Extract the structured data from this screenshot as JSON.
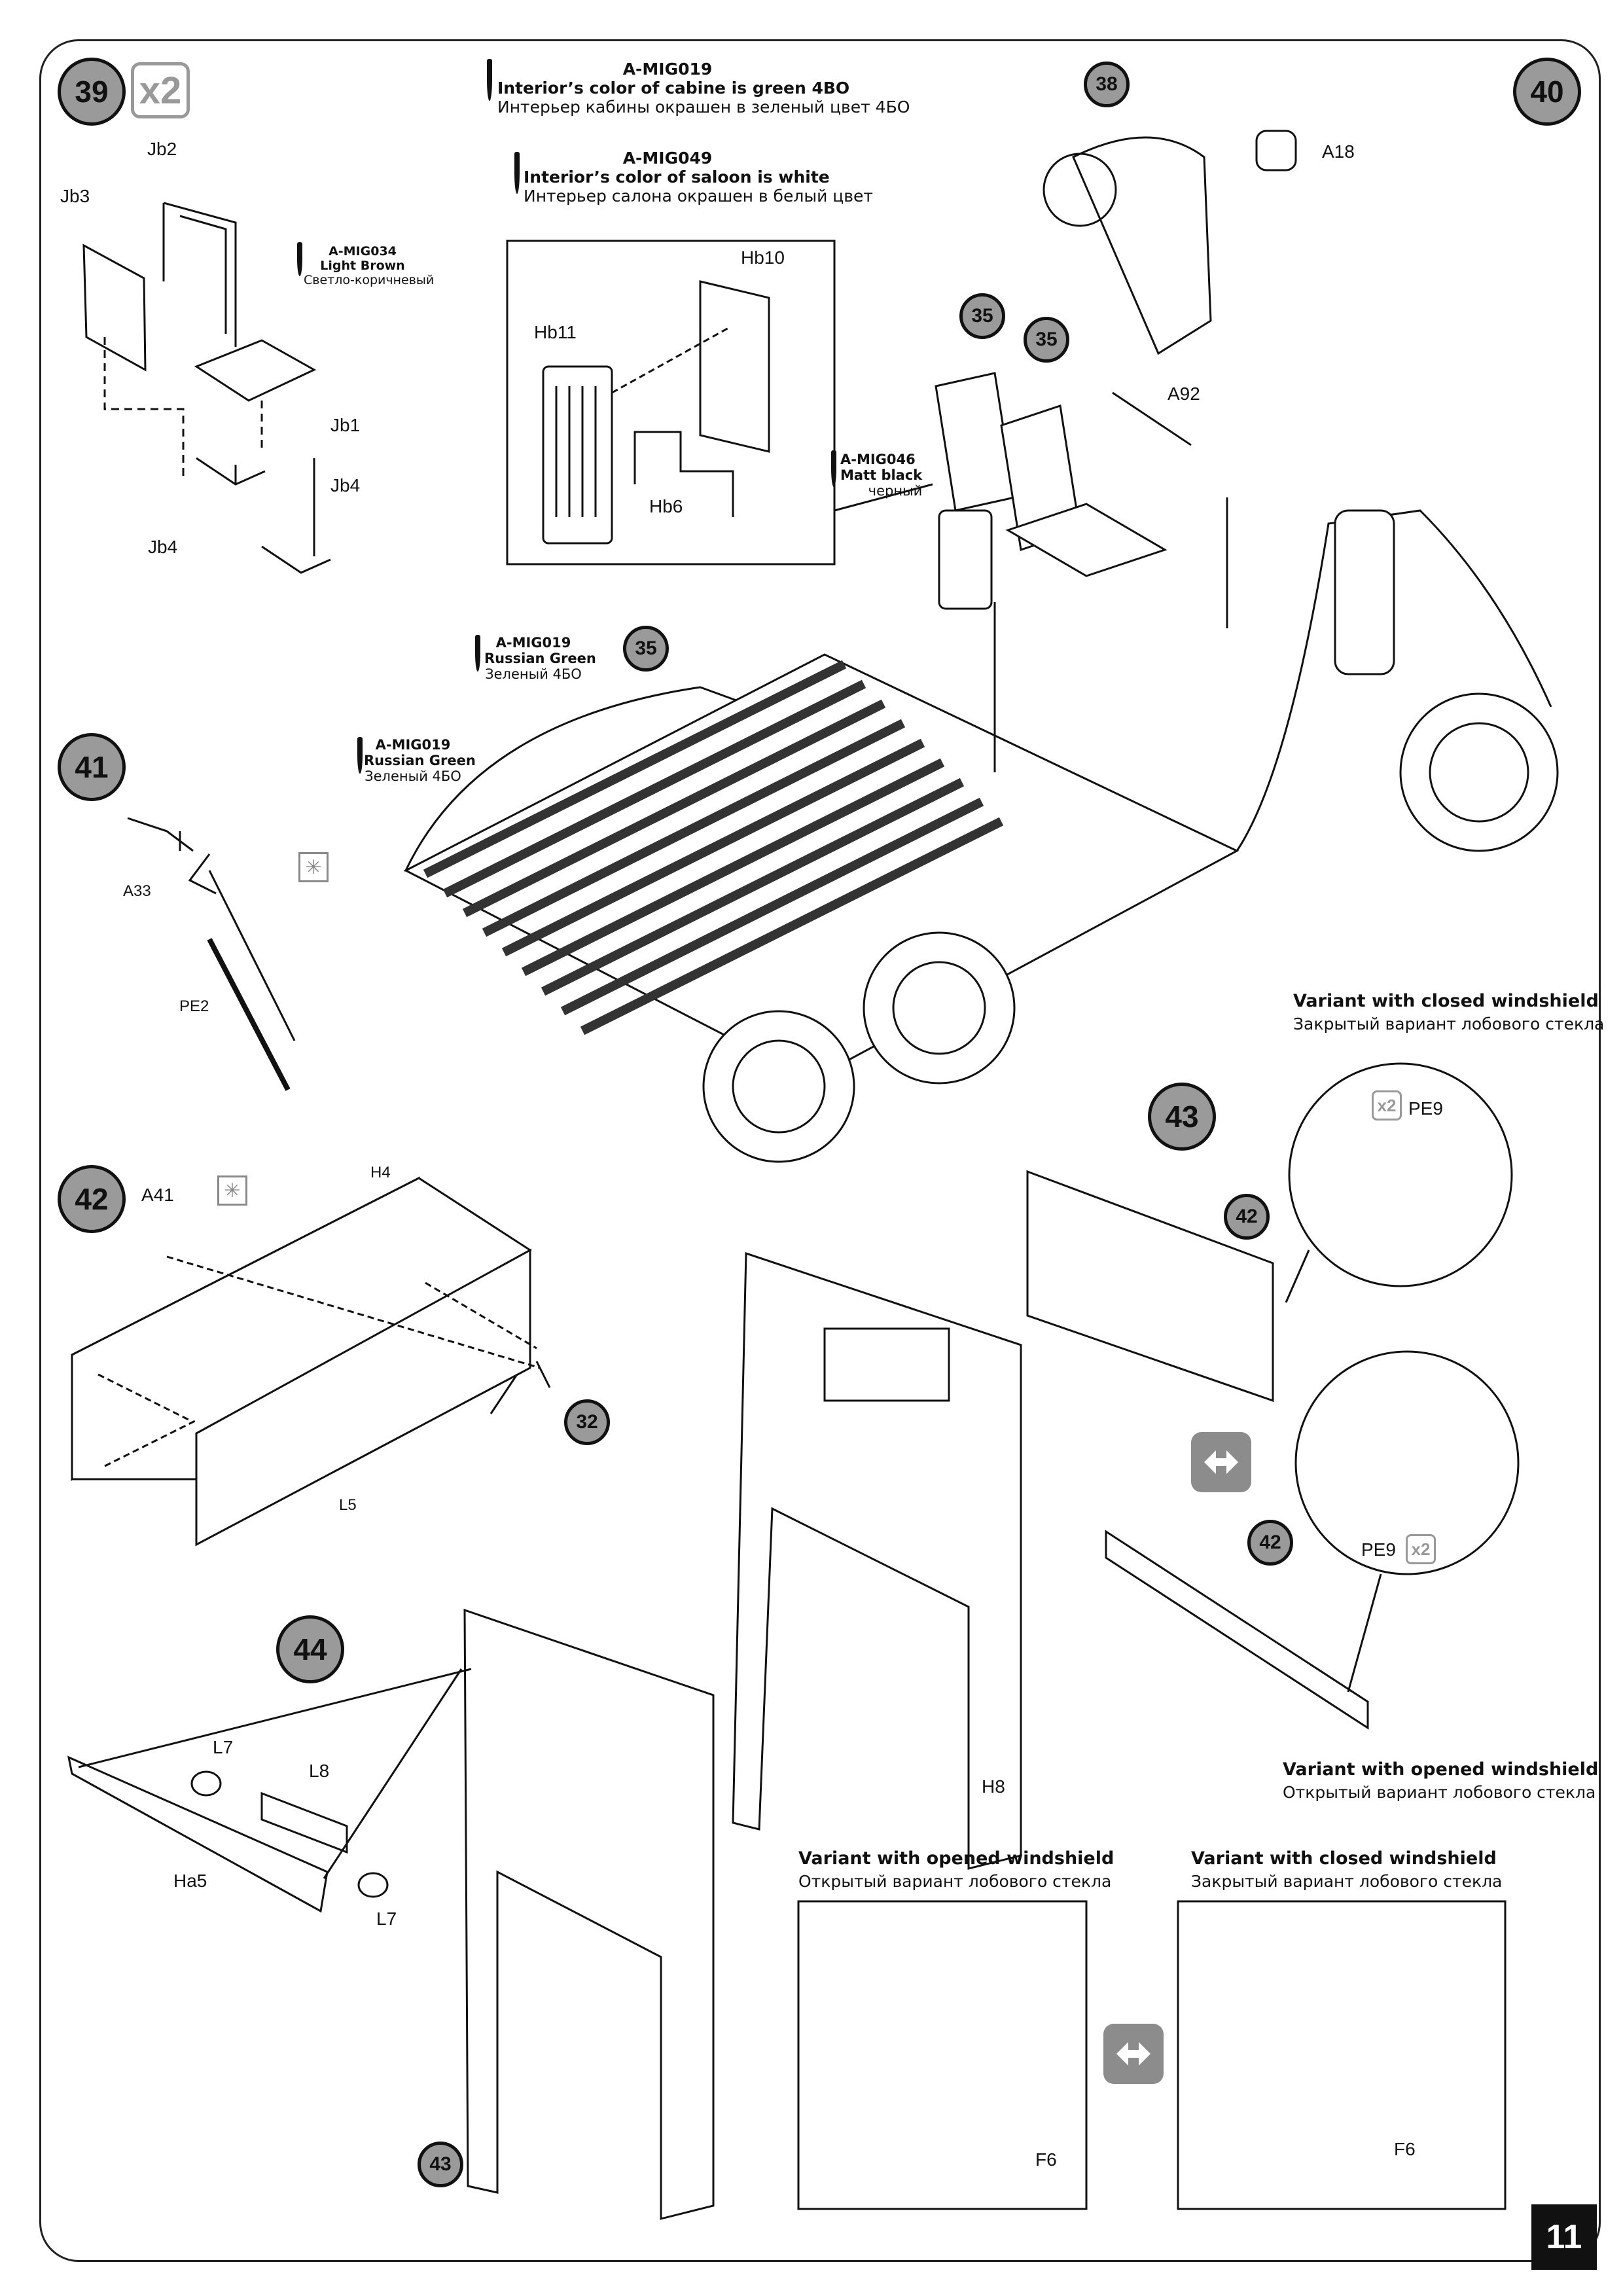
{
  "page_number": "11",
  "steps": {
    "s39": "39",
    "s40": "40",
    "s41": "41",
    "s42": "42",
    "s43": "43",
    "s44": "44"
  },
  "multiplier": "x2",
  "refs": {
    "r38": "38",
    "r35": "35",
    "r32": "32",
    "r42": "42",
    "r43": "43"
  },
  "paints": {
    "cabine": {
      "code": "A-MIG019",
      "en": "Interior’s color of cabine is green 4BO",
      "ru": "Интерьер кабины окрашен в зеленый цвет 4БО"
    },
    "saloon": {
      "code": "A-MIG049",
      "en": "Interior’s color of saloon is white",
      "ru": "Интерьер салона окрашен в белый цвет"
    },
    "brown": {
      "code": "A-MIG034",
      "en": "Light Brown",
      "ru": "Светло-коричневый"
    },
    "black": {
      "code": "A-MIG046",
      "en": "Matt black",
      "ru": "черный"
    },
    "green1": {
      "code": "A-MIG019",
      "en": "Russian Green",
      "ru": "Зеленый 4БО"
    },
    "green2": {
      "code": "A-MIG019",
      "en": "Russian Green",
      "ru": "Зеленый 4БО"
    }
  },
  "parts": {
    "jb2": "Jb2",
    "jb3": "Jb3",
    "jb1": "Jb1",
    "jb4a": "Jb4",
    "jb4b": "Jb4",
    "hb10": "Hb10",
    "hb11": "Hb11",
    "hb6": "Hb6",
    "a18": "A18",
    "a92": "A92",
    "a33": "A33",
    "pe2": "PE2",
    "a41": "A41",
    "h4": "H4",
    "l5": "L5",
    "pe9a": "PE9",
    "pe9b": "PE9",
    "h8": "H8",
    "l7a": "L7",
    "l7b": "L7",
    "l8": "L8",
    "ha5": "Ha5",
    "f6a": "F6",
    "f6b": "F6"
  },
  "variants": {
    "closed_en": "Variant with closed windshield",
    "closed_ru": "Закрытый вариант лобового стекла",
    "opened_en": "Variant with opened windshield",
    "opened_ru": "Открытый вариант лобового стекла"
  },
  "icons": {
    "photo_etch": "photo-etch-icon",
    "swap": "swap-arrows-icon",
    "brush": "brush-icon"
  },
  "colors": {
    "circle_fill": "#9a9a9a",
    "line": "#111111",
    "grey": "#999999"
  }
}
